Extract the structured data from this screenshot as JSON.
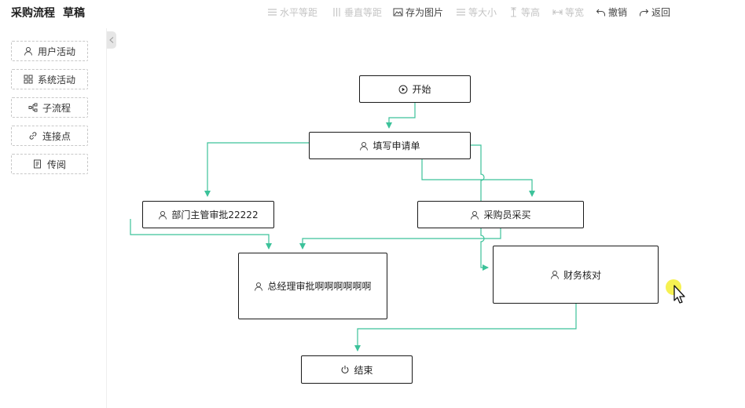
{
  "header": {
    "title": "采购流程",
    "status": "草稿"
  },
  "toolbar": [
    {
      "label": "水平等距",
      "icon": "horizontal-distribute-icon",
      "enabled": false
    },
    {
      "label": "垂直等距",
      "icon": "vertical-distribute-icon",
      "enabled": false
    },
    {
      "label": "存为图片",
      "icon": "image-icon",
      "enabled": true
    },
    {
      "label": "等大小",
      "icon": "same-size-icon",
      "enabled": false
    },
    {
      "label": "等高",
      "icon": "same-height-icon",
      "enabled": false
    },
    {
      "label": "等宽",
      "icon": "same-width-icon",
      "enabled": false
    },
    {
      "label": "撤销",
      "icon": "undo-icon",
      "enabled": true
    },
    {
      "label": "返回",
      "icon": "redo-icon",
      "enabled": true
    }
  ],
  "palette": [
    {
      "label": "用户活动",
      "icon": "user-icon"
    },
    {
      "label": "系统活动",
      "icon": "grid-icon"
    },
    {
      "label": "子流程",
      "icon": "subprocess-icon"
    },
    {
      "label": "连接点",
      "icon": "link-icon"
    },
    {
      "label": "传阅",
      "icon": "document-icon"
    }
  ],
  "nodes": [
    {
      "id": "start",
      "label": "开始",
      "icon": "play-circle-icon"
    },
    {
      "id": "fill",
      "label": "填写申请单",
      "icon": "user-icon"
    },
    {
      "id": "dept",
      "label": "部门主管审批22222",
      "icon": "user-icon"
    },
    {
      "id": "buyer",
      "label": "采购员采买",
      "icon": "user-icon"
    },
    {
      "id": "gm",
      "label": "总经理审批啊啊啊啊啊啊",
      "icon": "user-icon"
    },
    {
      "id": "finance",
      "label": "财务核对",
      "icon": "user-icon"
    },
    {
      "id": "end",
      "label": "结束",
      "icon": "power-icon"
    }
  ],
  "colors": {
    "edge": "#3cc29a",
    "node_border": "#1a1a1a",
    "disabled_text": "#c4c4c4",
    "palette_border": "#c8c8c8"
  }
}
